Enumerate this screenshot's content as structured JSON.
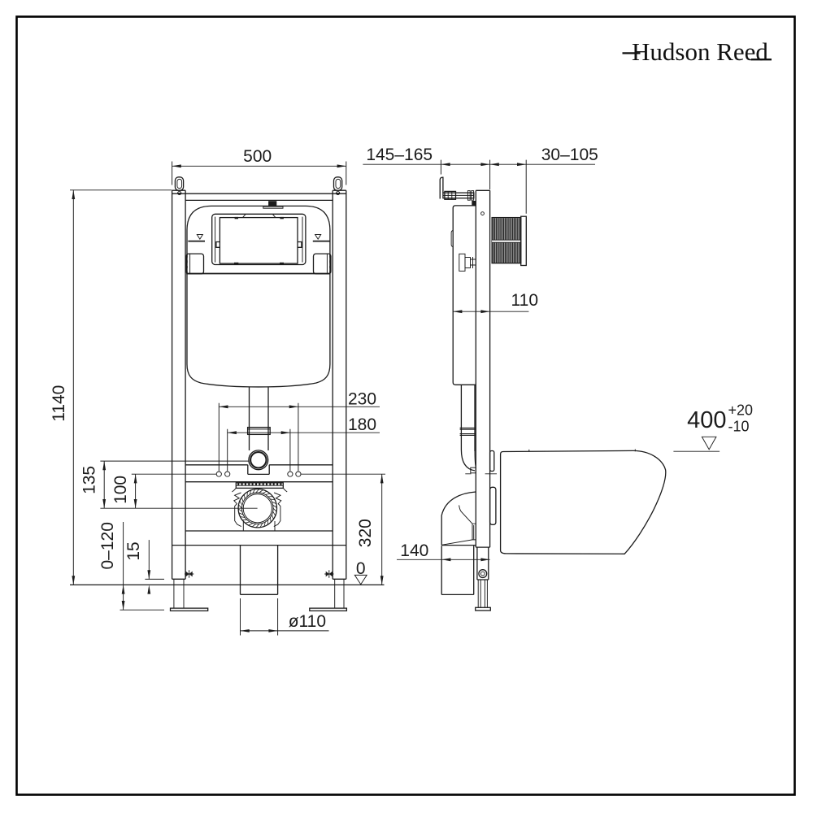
{
  "page": {
    "kind": "technical installation drawing",
    "background_color": "#ffffff",
    "border_color": "#000000",
    "line_color": "#1b1b1b"
  },
  "logo": {
    "brand": "Hudson Reed"
  },
  "drawing": {
    "views": [
      "front-elevation",
      "side-elevation"
    ]
  },
  "dims": {
    "frame_width": "500",
    "frame_height": "1140",
    "fixing_spacing_outer": "230",
    "fixing_spacing_inner": "180",
    "flushpipe_to_outlet": "135",
    "fixing_to_outlet": "100",
    "leg_adjustment": "0–120",
    "leg_min_insert": "15",
    "outlet_centre_height": "320",
    "floor_datum": "0",
    "soil_pipe_dia": "ø110",
    "wall_bracket_range": "145–165",
    "plate_depth_range": "30–105",
    "cistern_depth": "110",
    "outlet_depth": "140",
    "rim_height": "400",
    "rim_tol_plus": "+20",
    "rim_tol_minus": "-10"
  }
}
